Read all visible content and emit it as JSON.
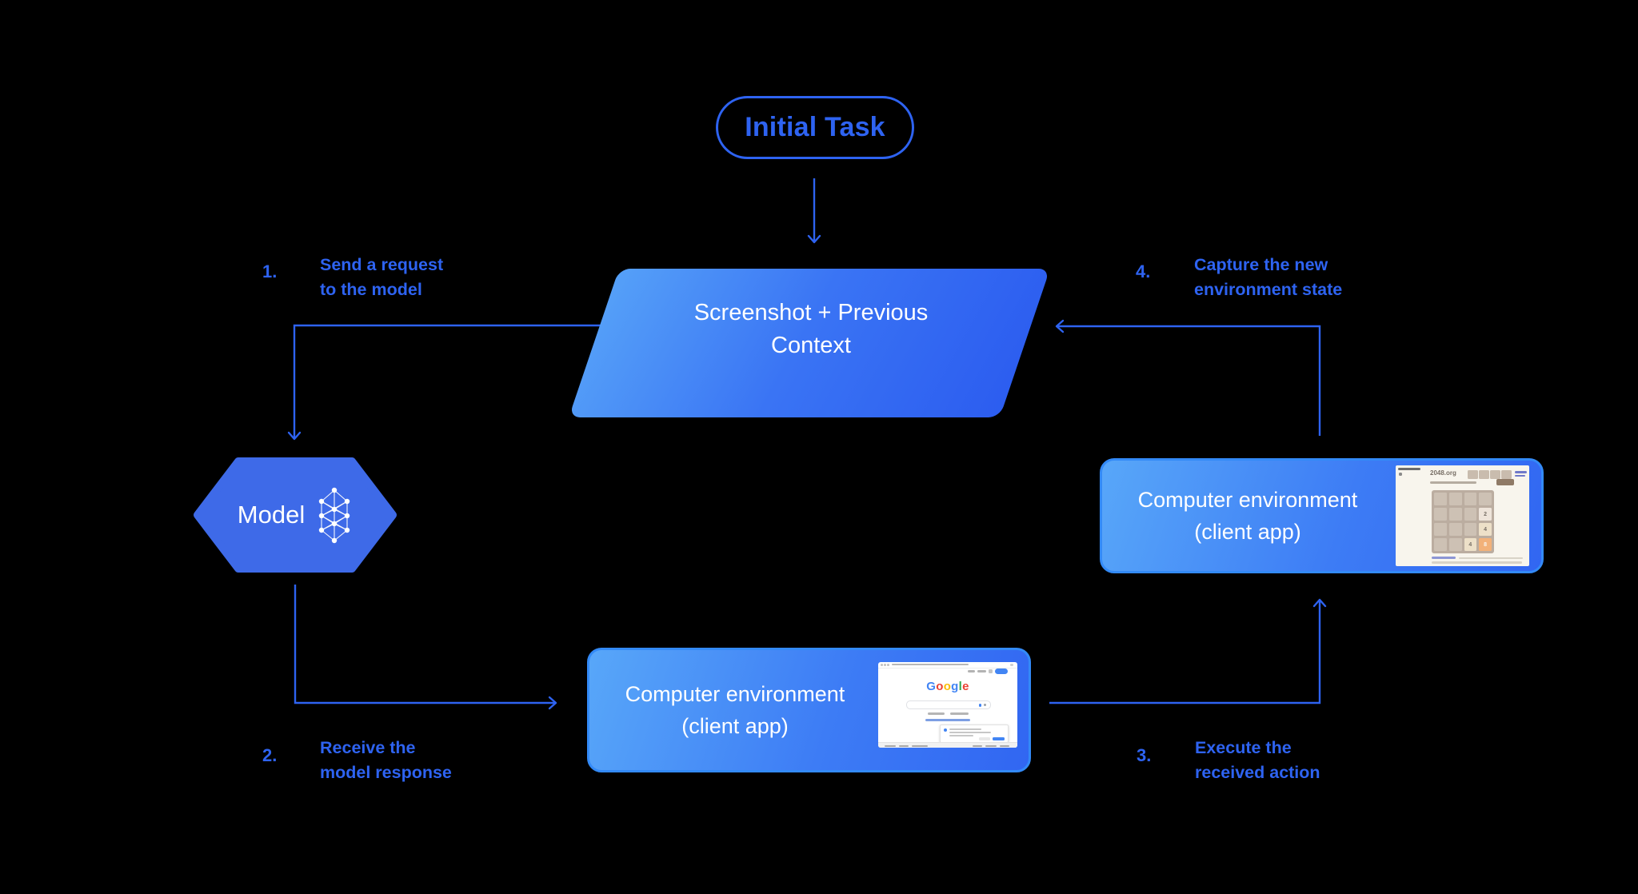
{
  "page": {
    "background": "#000000",
    "accent": "#2e63f1"
  },
  "nodes": {
    "initial_task": {
      "label": "Initial Task"
    },
    "screenshot_context": {
      "line1": "Screenshot + Previous",
      "line2": "Context"
    },
    "model": {
      "label": "Model"
    },
    "env_bottom": {
      "line1": "Computer environment",
      "line2": "(client app)"
    },
    "env_right": {
      "line1": "Computer environment",
      "line2": "(client app)"
    }
  },
  "steps": [
    {
      "num": "1.",
      "line1": "Send a request",
      "line2": "to the model"
    },
    {
      "num": "2.",
      "line1": "Receive the",
      "line2": "model response"
    },
    {
      "num": "3.",
      "line1": "Execute the",
      "line2": "received action"
    },
    {
      "num": "4.",
      "line1": "Capture the new",
      "line2": "environment state"
    }
  ],
  "google_mini": {
    "logo_letters": [
      {
        "ch": "G",
        "color": "#4285F4"
      },
      {
        "ch": "o",
        "color": "#EA4335"
      },
      {
        "ch": "o",
        "color": "#FBBC05"
      },
      {
        "ch": "g",
        "color": "#4285F4"
      },
      {
        "ch": "l",
        "color": "#34A853"
      },
      {
        "ch": "e",
        "color": "#EA4335"
      }
    ],
    "signin_color": "#4285F4",
    "action_button_color": "#4285F4"
  },
  "game_mini": {
    "site": "2048.org",
    "board_color": "#bbada0",
    "cell_color": "#cdc1b4",
    "tiles": [
      {
        "value": "2",
        "row": 2,
        "col": 4,
        "bg": "#eee4da",
        "fg": "#776e65"
      },
      {
        "value": "4",
        "row": 3,
        "col": 4,
        "bg": "#ede0c8",
        "fg": "#776e65"
      },
      {
        "value": "4",
        "row": 4,
        "col": 3,
        "bg": "#ede0c8",
        "fg": "#776e65"
      },
      {
        "value": "8",
        "row": 4,
        "col": 4,
        "bg": "#f2b179",
        "fg": "#f9f6f2"
      }
    ]
  }
}
